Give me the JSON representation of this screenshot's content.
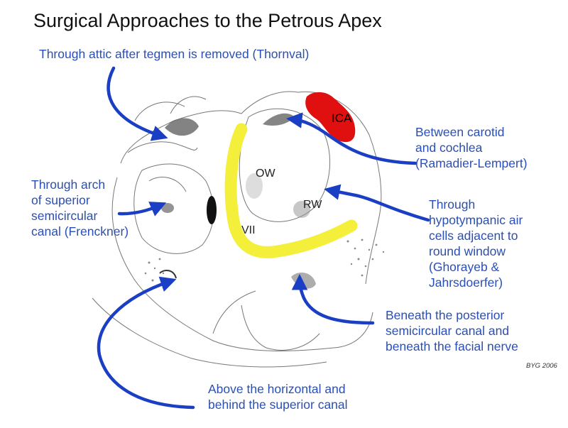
{
  "title": "Surgical Approaches to the Petrous Apex",
  "approaches": [
    {
      "id": "attic",
      "label": "Through attic after tegmen is removed (Thornval)"
    },
    {
      "id": "carotid-cochlea",
      "label": "Between carotid\nand cochlea\n(Ramadier-Lempert)"
    },
    {
      "id": "arch",
      "label": "Through arch\nof superior\nsemicircular\ncanal (Frenckner)"
    },
    {
      "id": "hypotympanic",
      "label": "Through\nhypotympanic air\ncells adjacent to\nround window\n(Ghorayeb &\nJahrsdoerfer)"
    },
    {
      "id": "posterior-canal",
      "label": "Beneath the posterior\nsemicircular canal and\nbeneath the facial nerve"
    },
    {
      "id": "horizontal",
      "label": "Above the horizontal and\nbehind the superior canal"
    }
  ],
  "structures": {
    "ica": "ICA",
    "ow": "OW",
    "rw": "RW",
    "vii": "VII"
  },
  "credit": "BYG 2006",
  "colors": {
    "arrow": "#1a3fc4",
    "label": "#2a4fb5",
    "ica": "#e01010",
    "facial_nerve": "#f4ef3a",
    "sketch": "#555555"
  }
}
